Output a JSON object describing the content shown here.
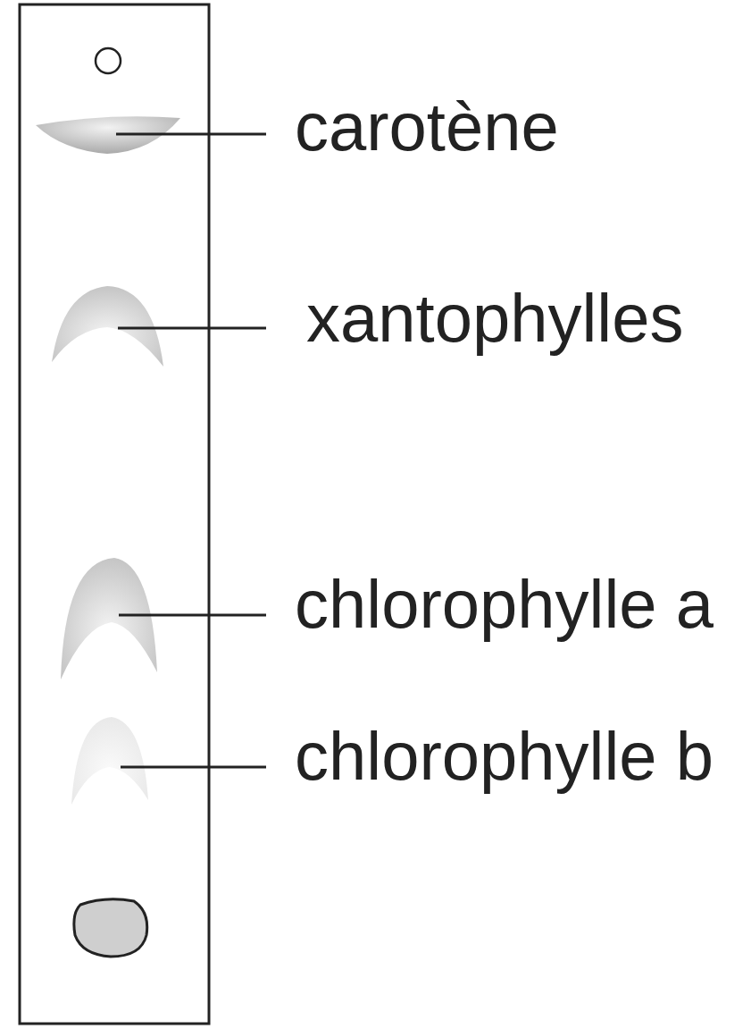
{
  "diagram": {
    "labels": [
      "carotène",
      "xantophylles",
      "chlorophylle a",
      "chlorophylle b"
    ]
  }
}
